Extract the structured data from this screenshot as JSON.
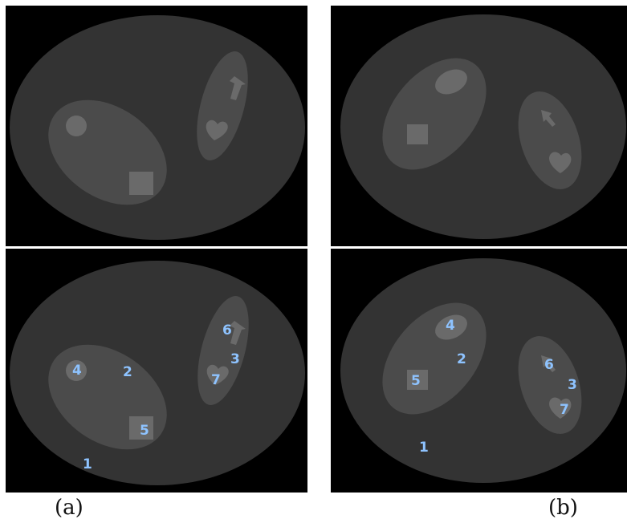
{
  "colors": {
    "background": "#000000",
    "body": "#333333",
    "organ": "#4b4b4b",
    "lesion": "#6a6a6a",
    "label": "#8ec3ff"
  },
  "panels": {
    "a_bottom_labels": {
      "l1": "1",
      "l2": "2",
      "l3": "3",
      "l4": "4",
      "l5": "5",
      "l6": "6",
      "l7": "7"
    },
    "b_bottom_labels": {
      "l1": "1",
      "l2": "2",
      "l3": "3",
      "l4": "4",
      "l5": "5",
      "l6": "6",
      "l7": "7"
    }
  },
  "captions": {
    "a": "(a)",
    "b": "(b)"
  }
}
